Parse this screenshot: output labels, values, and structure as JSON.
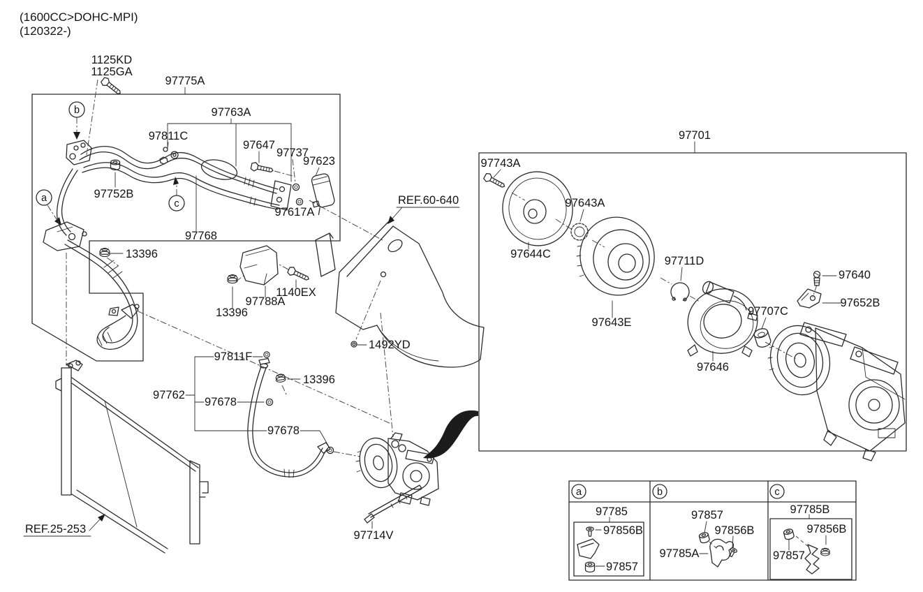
{
  "title": {
    "engine_spec": "(1600CC>DOHC-MPI)",
    "production_date": "(120322-)"
  },
  "callouts": {
    "a": "a",
    "b": "b",
    "c": "c"
  },
  "diagram": {
    "p1125kd": "1125KD",
    "p1125ga": "1125GA",
    "p97775a": "97775A",
    "p97763a": "97763A",
    "p97811c": "97811C",
    "p97647": "97647",
    "p97737": "97737",
    "p97623": "97623",
    "p97752b": "97752B",
    "p97617a": "97617A",
    "p97768": "97768",
    "p13396_a": "13396",
    "p97788a": "97788A",
    "p1140ex": "1140EX",
    "p13396_b": "13396",
    "p1492yd": "1492YD",
    "p97811f": "97811F",
    "p13396_c": "13396",
    "p97762": "97762",
    "p97678_a": "97678",
    "p97678_b": "97678",
    "p97714v": "97714V",
    "ref_engine_room": "REF.60-640",
    "ref_condenser": "REF.25-253"
  },
  "compressor_detail": {
    "p97701": "97701",
    "p97743a": "97743A",
    "p97644c": "97644C",
    "p97643a": "97643A",
    "p97643e": "97643E",
    "p97711d": "97711D",
    "p97707c": "97707C",
    "p97646": "97646",
    "p97640": "97640",
    "p97652b": "97652B"
  },
  "table": {
    "a": {
      "letter": "a",
      "bracket": "97785",
      "screw": "97856B",
      "grommet": "97857"
    },
    "b": {
      "letter": "b",
      "grommet": "97857",
      "screw": "97856B",
      "bracket": "97785A"
    },
    "c": {
      "letter": "c",
      "bracket": "97785B",
      "screw": "97856B",
      "grommet": "97857"
    }
  }
}
